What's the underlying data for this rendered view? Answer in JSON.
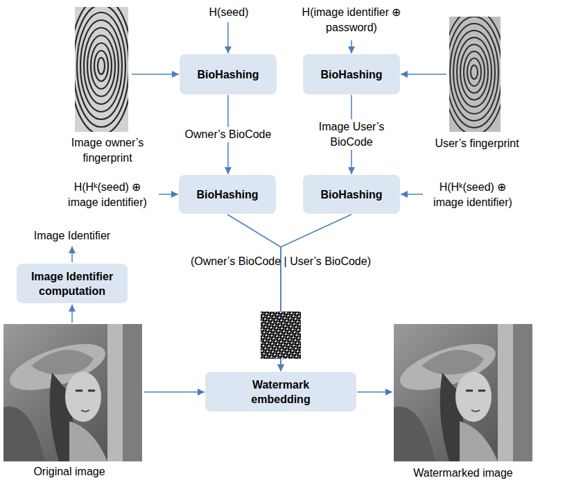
{
  "diagram": {
    "nodes": [
      {
        "text": [
          "BioHashing"
        ]
      },
      {
        "text": [
          "BioHashing"
        ]
      },
      {
        "text": [
          "BioHashing"
        ]
      },
      {
        "text": [
          "BioHashing"
        ]
      },
      {
        "text": [
          "Image Identifier computation"
        ]
      },
      {
        "text": [
          "Watermark embedding"
        ]
      }
    ],
    "edges": [
      {
        "from": 0,
        "to": 2,
        "arrow": "to",
        "label": "Owner’s BioCode"
      },
      {
        "from": 1,
        "to": 3,
        "arrow": "to",
        "label": "Image User’s BioCode"
      },
      {
        "from": 2,
        "to": 5,
        "arrow": "to"
      },
      {
        "from": 3,
        "to": 5,
        "arrow": "to"
      }
    ],
    "labels": [
      "H(seed)",
      "H(image identifier ⊕ password)",
      "Image owner’s fingerprint",
      "User’s fingerprint",
      "H(Hᵏ(seed) ⊕ image identifier)",
      "H(Hᵏ(seed) ⊕ image identifier)",
      "Image Identifier",
      "(Owner’s BioCode | User’s BioCode)",
      "Original image",
      "Watermarked image"
    ]
  }
}
